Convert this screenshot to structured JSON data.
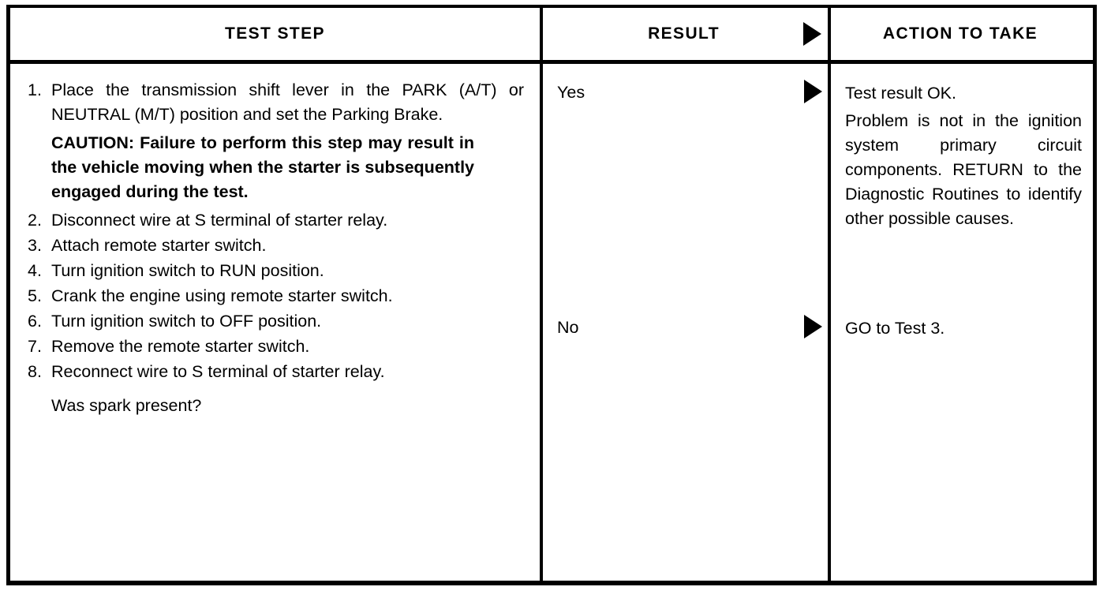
{
  "table": {
    "headers": {
      "test_step": "TEST STEP",
      "result": "RESULT",
      "action": "ACTION TO TAKE",
      "arrow_icon": "right-triangle-icon"
    },
    "test_steps": [
      {
        "number": "1.",
        "text": "Place the transmission shift lever in the PARK (A/T) or NEUTRAL (M/T) position and set the Parking Brake."
      },
      {
        "number": "2.",
        "text": "Disconnect wire at S terminal of starter relay."
      },
      {
        "number": "3.",
        "text": "Attach remote starter switch."
      },
      {
        "number": "4.",
        "text": "Turn ignition switch to RUN position."
      },
      {
        "number": "5.",
        "text": "Crank the engine using remote starter switch."
      },
      {
        "number": "6.",
        "text": "Turn ignition switch to OFF position."
      },
      {
        "number": "7.",
        "text": "Remove the remote starter switch."
      },
      {
        "number": "8.",
        "text": "Reconnect wire to S terminal of starter relay."
      }
    ],
    "caution": "CAUTION: Failure to perform this step may result in the vehicle moving when the starter is subsequently engaged during the test.",
    "question": "Was spark present?",
    "results": [
      {
        "label": "Yes"
      },
      {
        "label": "No"
      }
    ],
    "actions": {
      "yes_primary": "Test result OK.",
      "yes_detail": "Problem is not in the ignition system primary circuit components. RETURN to the Diagnostic Routines to identify other possible causes.",
      "no_primary": "GO to Test 3."
    }
  }
}
